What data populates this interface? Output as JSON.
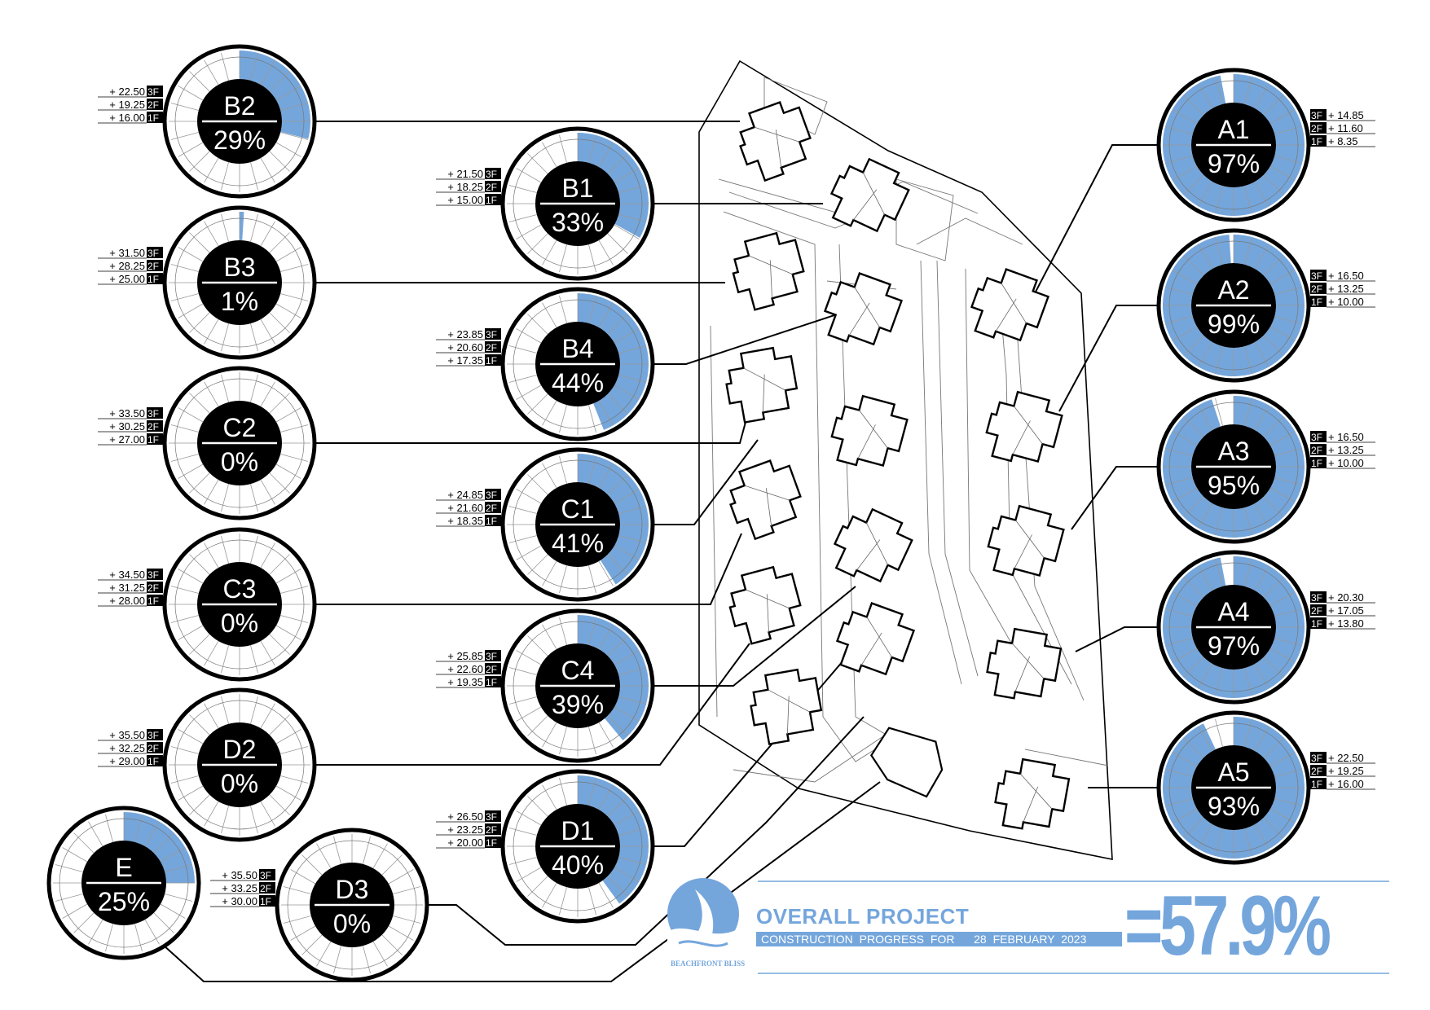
{
  "colors": {
    "progress_fill": "#74a6dc",
    "ink": "#000000",
    "paper": "#ffffff"
  },
  "brand": {
    "logo_icon": "sailboat-wave-logo-icon",
    "name": "BEACHFRONT BLISS"
  },
  "footer": {
    "title": "OVERALL PROJECT",
    "subtitle": "CONSTRUCTION  PROGRESS  FOR",
    "date": "28 FEBRUARY 2023",
    "total": "=57.9%"
  },
  "floor_codes": [
    "3F",
    "2F",
    "1F"
  ],
  "units": [
    {
      "id": "B2",
      "percent_label": "29%",
      "progress": 0.29,
      "elevations": [
        "+ 22.50",
        "+ 19.25",
        "+ 16.00"
      ]
    },
    {
      "id": "B3",
      "percent_label": "1%",
      "progress": 0.01,
      "elevations": [
        "+ 31.50",
        "+ 28.25",
        "+ 25.00"
      ]
    },
    {
      "id": "C2",
      "percent_label": "0%",
      "progress": 0.0,
      "elevations": [
        "+ 33.50",
        "+ 30.25",
        "+ 27.00"
      ]
    },
    {
      "id": "C3",
      "percent_label": "0%",
      "progress": 0.0,
      "elevations": [
        "+ 34.50",
        "+ 31.25",
        "+ 28.00"
      ]
    },
    {
      "id": "D2",
      "percent_label": "0%",
      "progress": 0.0,
      "elevations": [
        "+ 35.50",
        "+ 32.25",
        "+ 29.00"
      ]
    },
    {
      "id": "E",
      "percent_label": "25%",
      "progress": 0.25,
      "elevations": []
    },
    {
      "id": "D3",
      "percent_label": "0%",
      "progress": 0.0,
      "elevations": [
        "+ 35.50",
        "+ 33.25",
        "+ 30.00"
      ]
    },
    {
      "id": "B1",
      "percent_label": "33%",
      "progress": 0.33,
      "elevations": [
        "+ 21.50",
        "+ 18.25",
        "+ 15.00"
      ]
    },
    {
      "id": "B4",
      "percent_label": "44%",
      "progress": 0.44,
      "elevations": [
        "+ 23.85",
        "+ 20.60",
        "+ 17.35"
      ]
    },
    {
      "id": "C1",
      "percent_label": "41%",
      "progress": 0.41,
      "elevations": [
        "+ 24.85",
        "+ 21.60",
        "+ 18.35"
      ]
    },
    {
      "id": "C4",
      "percent_label": "39%",
      "progress": 0.39,
      "elevations": [
        "+ 25.85",
        "+ 22.60",
        "+ 19.35"
      ]
    },
    {
      "id": "D1",
      "percent_label": "40%",
      "progress": 0.4,
      "elevations": [
        "+ 26.50",
        "+ 23.25",
        "+ 20.00"
      ]
    },
    {
      "id": "A1",
      "percent_label": "97%",
      "progress": 0.97,
      "elevations": [
        "+ 14.85",
        "+ 11.60",
        "+  8.35"
      ]
    },
    {
      "id": "A2",
      "percent_label": "99%",
      "progress": 0.99,
      "elevations": [
        "+ 16.50",
        "+ 13.25",
        "+ 10.00"
      ]
    },
    {
      "id": "A3",
      "percent_label": "95%",
      "progress": 0.95,
      "elevations": [
        "+ 16.50",
        "+ 13.25",
        "+ 10.00"
      ]
    },
    {
      "id": "A4",
      "percent_label": "97%",
      "progress": 0.97,
      "elevations": [
        "+ 20.30",
        "+ 17.05",
        "+ 13.80"
      ]
    },
    {
      "id": "A5",
      "percent_label": "93%",
      "progress": 0.93,
      "elevations": [
        "+ 22.50",
        "+ 19.25",
        "+ 16.00"
      ]
    }
  ]
}
